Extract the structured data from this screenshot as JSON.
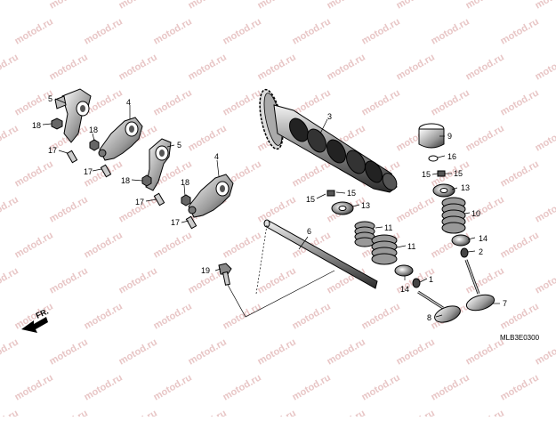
{
  "watermark": {
    "text": "motod.ru",
    "color": "#e8c6c6"
  },
  "direction_label": "FR.",
  "diagram_code": "MLB3E0300",
  "callouts": [
    "1",
    "2",
    "3",
    "4",
    "4",
    "5",
    "5",
    "6",
    "7",
    "8",
    "9",
    "10",
    "11",
    "13",
    "13",
    "14",
    "14",
    "15",
    "15",
    "15",
    "16",
    "17",
    "17",
    "17",
    "17",
    "18",
    "18",
    "18",
    "18",
    "19"
  ]
}
